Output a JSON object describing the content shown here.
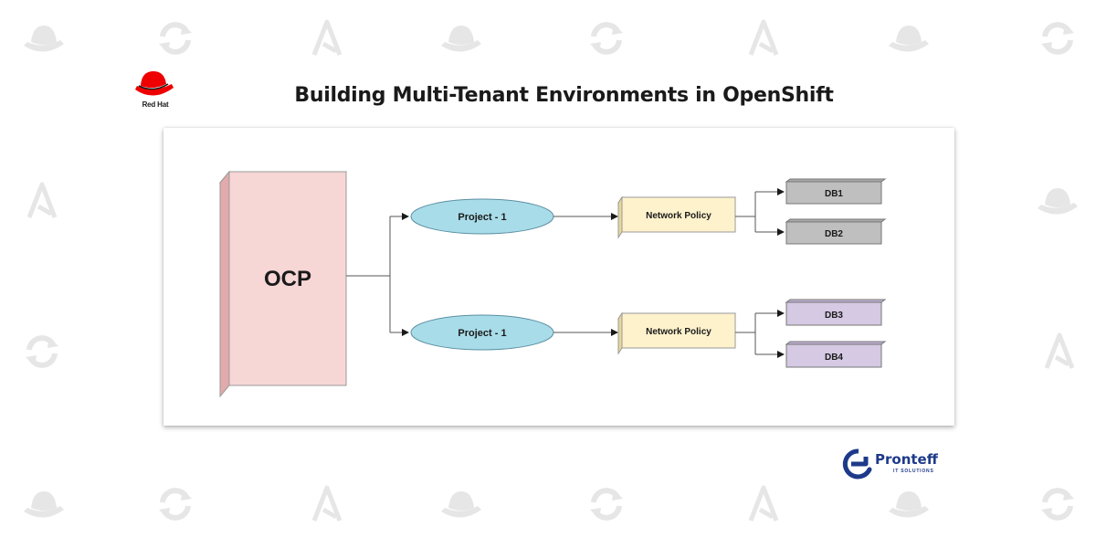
{
  "header": {
    "title": "Building Multi-Tenant Environments in OpenShift",
    "brand_logo_text": "Red Hat"
  },
  "footer": {
    "brand_name": "Pronteff",
    "brand_tagline": "IT SOLUTIONS"
  },
  "diagram": {
    "root": {
      "label": "OCP",
      "color": "#f7d6d6"
    },
    "branches": [
      {
        "project": "Project - 1",
        "policy": "Network Policy",
        "databases": [
          "DB1",
          "DB2"
        ],
        "db_color": "#bfbfbf"
      },
      {
        "project": "Project - 1",
        "policy": "Network Policy",
        "databases": [
          "DB3",
          "DB4"
        ],
        "db_color": "#d5c9e3"
      }
    ],
    "project_color": "#a8dce8",
    "policy_color": "#fdf2cc"
  },
  "background_icons": [
    "redhat-hat-icon",
    "sync-icon",
    "ansible-a-icon"
  ],
  "colors": {
    "redhat_red": "#ee0000",
    "pronteff_blue": "#1d3a8a",
    "watermark_gray": "#e6e6e6"
  }
}
